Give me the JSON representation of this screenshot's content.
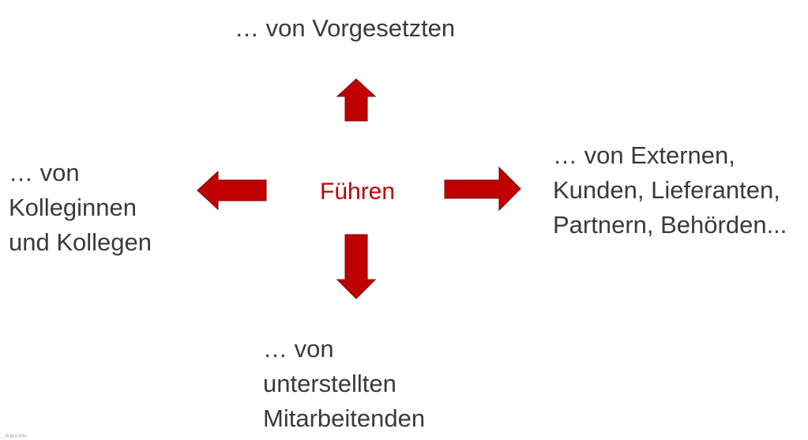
{
  "center": {
    "label": "Führen",
    "color": "#c00000"
  },
  "arrows": {
    "color": "#c00000",
    "stroke": "#7a0000",
    "items": [
      {
        "name": "arrow-up",
        "direction": "up"
      },
      {
        "name": "arrow-down",
        "direction": "down"
      },
      {
        "name": "arrow-left",
        "direction": "left"
      },
      {
        "name": "arrow-right",
        "direction": "right"
      }
    ]
  },
  "targets": {
    "top": {
      "lines": [
        "… von Vorgesetzten"
      ]
    },
    "left": {
      "lines": [
        "… von",
        "Kolleginnen",
        "und Kollegen"
      ]
    },
    "right": {
      "lines": [
        "… von Externen,",
        "Kunden, Lieferanten,",
        "Partnern, Behörden..."
      ]
    },
    "bottom": {
      "lines": [
        "… von",
        "unterstellten",
        "Mitarbeitenden"
      ]
    }
  },
  "footer_mark": {
    "text": "…RMANN"
  }
}
